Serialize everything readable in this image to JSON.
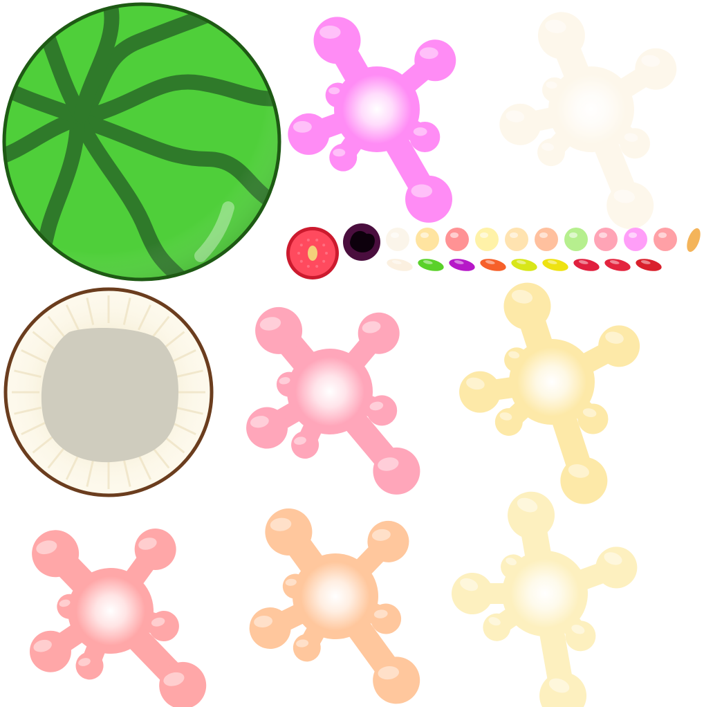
{
  "sheet": {
    "background": "#ffffff",
    "sprites": [
      {
        "name": "watermelon-sprite",
        "colors": {
          "rind": "#4fcf3a",
          "stripe": "#2f7a2a",
          "outline": "#1e5a14"
        }
      },
      {
        "name": "coconut-half-sprite",
        "colors": {
          "shell": "#6b3d1e",
          "flesh": "#fdf9ec",
          "inner": "#cfccbe"
        }
      },
      {
        "name": "apple-slice-sprite",
        "colors": {
          "skin": "#cc1a2e",
          "flesh": "#ff4a5e",
          "seed": "#f4d07a"
        }
      },
      {
        "name": "plum-sprite",
        "colors": {
          "skin": "#4a0e3e",
          "inner": "#0d000c"
        }
      }
    ],
    "splashes": [
      {
        "name": "magenta-splash",
        "color": "#ff8cf5",
        "opacity": 1.0
      },
      {
        "name": "cream-splash",
        "color": "#fdf3df",
        "opacity": 0.6
      },
      {
        "name": "pink-splash",
        "color": "#ffa6ba",
        "opacity": 1.0
      },
      {
        "name": "yellow-splash",
        "color": "#fde9a8",
        "opacity": 1.0
      },
      {
        "name": "coral-splash",
        "color": "#ffa7a8",
        "opacity": 1.0
      },
      {
        "name": "peach-splash",
        "color": "#ffc79d",
        "opacity": 1.0
      },
      {
        "name": "pale-yellow-splash",
        "color": "#fdf0bf",
        "opacity": 1.0
      }
    ],
    "juice_drops": [
      {
        "name": "drop-cream",
        "color": "#fbf5ea"
      },
      {
        "name": "drop-yellow",
        "color": "#ffe4a0"
      },
      {
        "name": "drop-red",
        "color": "#ff9294"
      },
      {
        "name": "drop-light-yellow",
        "color": "#fff2a8"
      },
      {
        "name": "drop-beige",
        "color": "#ffe3b0"
      },
      {
        "name": "drop-peach",
        "color": "#ffc09e"
      },
      {
        "name": "drop-green",
        "color": "#b6ef8e"
      },
      {
        "name": "drop-pink",
        "color": "#ffa4b6"
      },
      {
        "name": "drop-magenta",
        "color": "#ff9ef8"
      },
      {
        "name": "drop-coral",
        "color": "#ffa0a6"
      },
      {
        "name": "drop-orange-half",
        "color": "#f4b45a"
      }
    ],
    "seeds": [
      {
        "name": "seed-cream",
        "color": "#fbf0e0"
      },
      {
        "name": "seed-green",
        "color": "#5ad12a"
      },
      {
        "name": "seed-purple",
        "color": "#b618c8"
      },
      {
        "name": "seed-orange",
        "color": "#f6602a"
      },
      {
        "name": "seed-yellow-green",
        "color": "#d8e61a"
      },
      {
        "name": "seed-yellow",
        "color": "#eee212"
      },
      {
        "name": "seed-red",
        "color": "#e0203e"
      },
      {
        "name": "seed-crimson",
        "color": "#e3243e"
      },
      {
        "name": "seed-dark-red",
        "color": "#d9202c"
      }
    ]
  }
}
